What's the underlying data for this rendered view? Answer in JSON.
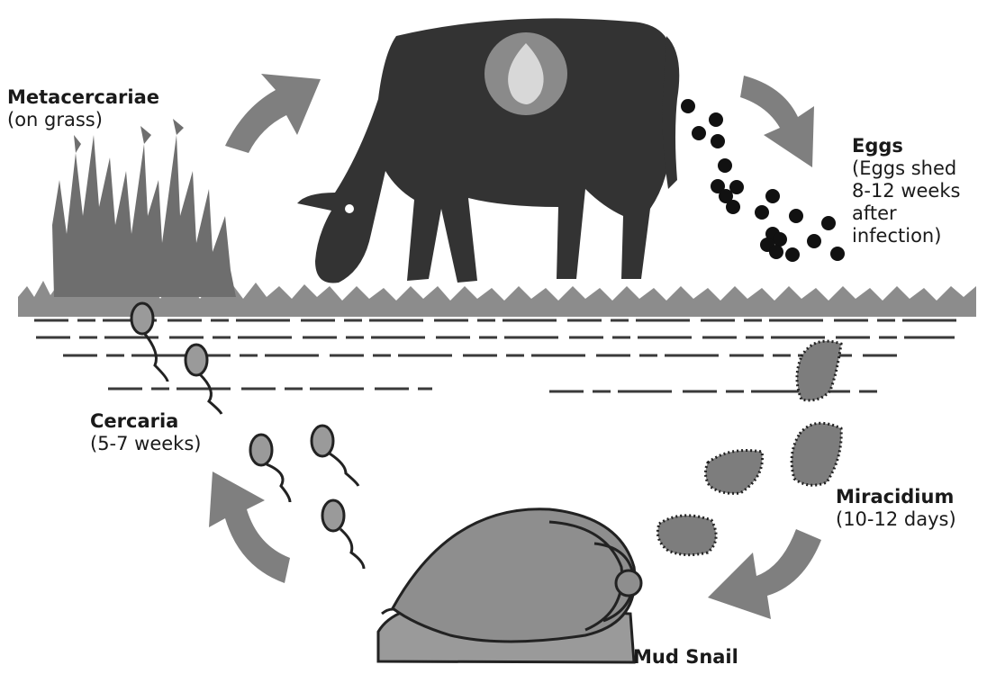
{
  "labels": {
    "metacercariae": {
      "title": "Metacercariae",
      "sub": "(on grass)"
    },
    "eggs": {
      "title": "Eggs",
      "lines": [
        "(Eggs shed",
        "8-12 weeks",
        "after",
        "infection)"
      ]
    },
    "cercaria": {
      "title": "Cercaria",
      "sub": "(5-7 weeks)"
    },
    "miracidium": {
      "title": "Miracidium",
      "sub": "(10-12 days)"
    },
    "snail": {
      "title": "Mud Snail"
    }
  },
  "colors": {
    "dark": "#2f2f2f",
    "grey": "#8c8c8c",
    "mid": "#9a9a9a",
    "light": "#c8c8c8",
    "arrow": "#7f7f7f"
  }
}
